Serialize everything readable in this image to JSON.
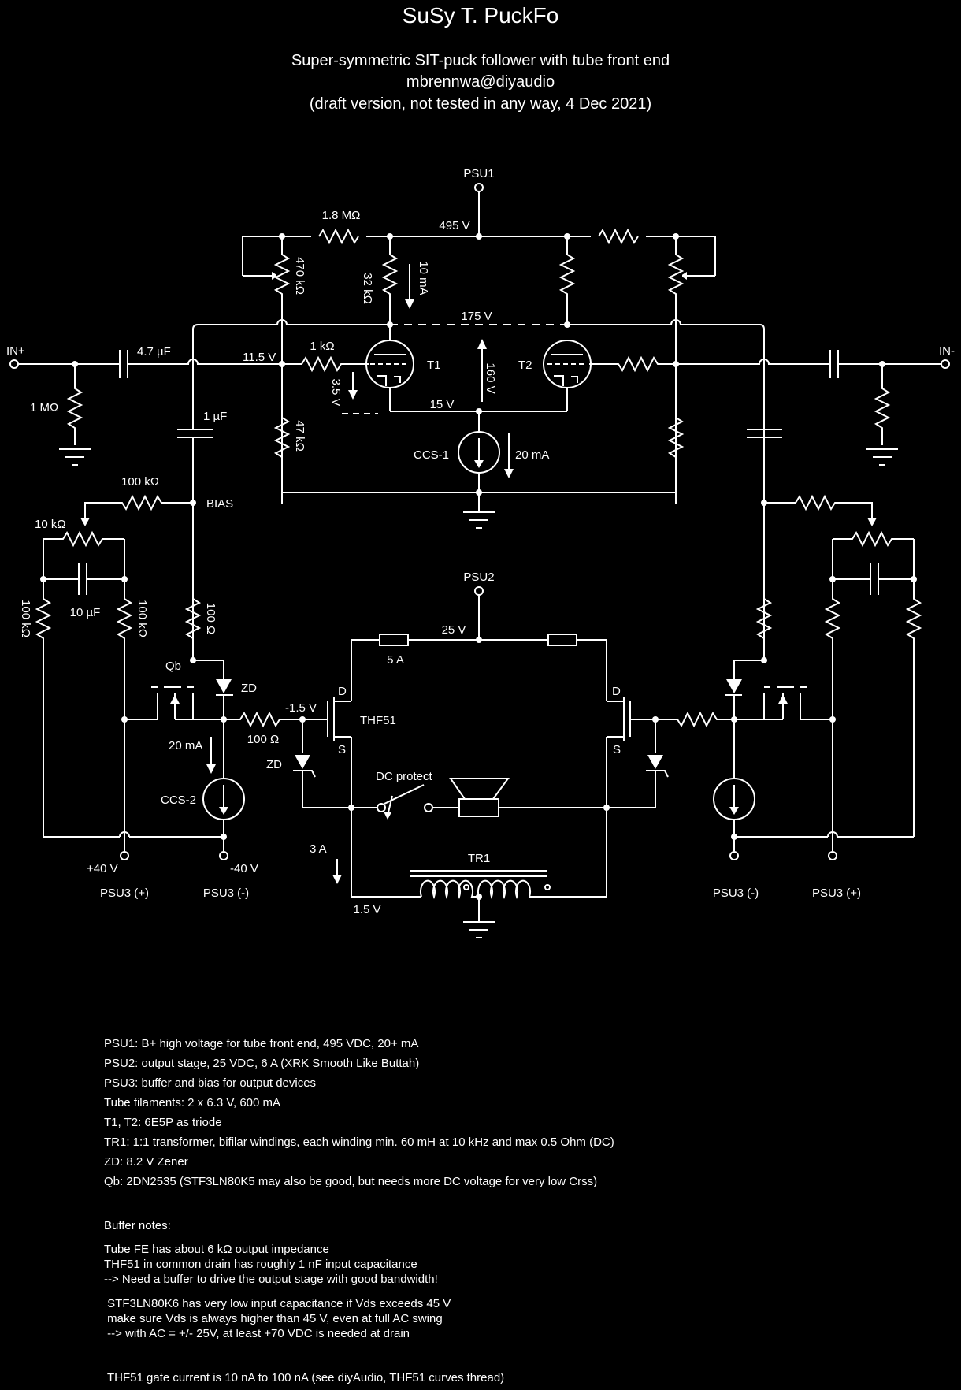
{
  "header": {
    "title": "SuSy T. PuckFo",
    "subtitle": "Super-symmetric SIT-puck follower with tube front end",
    "author": "mbrennwa@diyaudio",
    "draft": "(draft version, not tested in any way, 4 Dec 2021)"
  },
  "labels": {
    "psu1": "PSU1",
    "psu2": "PSU2",
    "v495": "495 V",
    "r18m": "1.8 MΩ",
    "r470k": "470 kΩ",
    "r32k": "32 kΩ",
    "i10ma": "10 mA",
    "v175": "175 V",
    "in_plus": "IN+",
    "in_minus": "IN-",
    "c47u": "4.7 µF",
    "v115": "11.5 V",
    "r1k": "1 kΩ",
    "t1": "T1",
    "t2": "T2",
    "v35": "3.5 V",
    "v160": "160 V",
    "v15": "15 V",
    "r1m": "1 MΩ",
    "c1u": "1 µF",
    "r47k": "47 kΩ",
    "ccs1": "CCS-1",
    "i20ma": "20 mA",
    "r100k": "100 kΩ",
    "bias": "BIAS",
    "r10k": "10 kΩ",
    "c10u": "10 µF",
    "r100ohm": "100 Ω",
    "qb": "Qb",
    "zd": "ZD",
    "v25": "25 V",
    "i5a": "5 A",
    "d": "D",
    "s": "S",
    "vm15": "-1.5 V",
    "thf51": "THF51",
    "dcprotect": "DC protect",
    "ccs2": "CCS-2",
    "i3a": "3 A",
    "tr1": "TR1",
    "v40p": "+40 V",
    "v40m": "-40 V",
    "psu3p": "PSU3 (+)",
    "psu3m": "PSU3 (-)",
    "v15b": "1.5 V"
  },
  "notes": [
    "PSU1: B+ high voltage for tube front end, 495 VDC, 20+ mA",
    "PSU2: output stage, 25 VDC, 6 A (XRK Smooth Like Buttah)",
    "PSU3: buffer and bias for output devices",
    "Tube filaments: 2 x 6.3 V, 600 mA",
    "T1, T2: 6E5P as triode",
    "TR1: 1:1 transformer, bifilar windings, each winding min. 60 mH at 10 kHz and max 0.5 Ohm (DC)",
    "ZD: 8.2 V Zener",
    "Qb: 2DN2535 (STF3LN80K5 may also be good, but needs more DC voltage for very low Crss)"
  ],
  "buffer_notes": {
    "heading": "Buffer notes:",
    "lines1": [
      "Tube FE has about 6 kΩ output impedance",
      "THF51 in common drain has roughly 1 nF input capacitance",
      "--> Need a buffer to drive the output stage with good bandwidth!"
    ],
    "lines2": [
      " STF3LN80K6 has very low input capacitance if Vds exceeds 45 V",
      " make sure Vds is always higher than 45 V, even at full AC swing",
      " --> with AC = +/- 25V, at least +70 VDC is needed at drain"
    ]
  },
  "gate_note": "THF51 gate current is 10 nA to 100 nA (see diyAudio, THF51 curves thread)"
}
